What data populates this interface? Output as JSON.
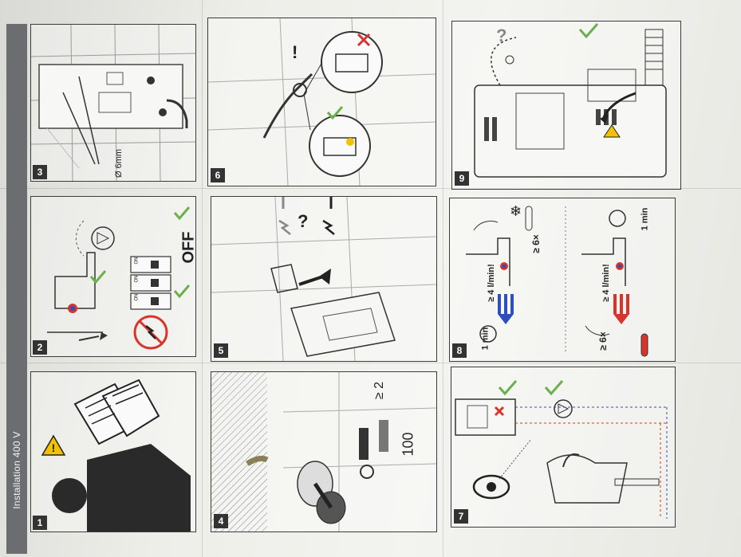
{
  "document": {
    "section_title": "Installation 400 V",
    "steps": [
      {
        "number": "1"
      },
      {
        "number": "2"
      },
      {
        "number": "3"
      },
      {
        "number": "4"
      },
      {
        "number": "5"
      },
      {
        "number": "6"
      },
      {
        "number": "7"
      },
      {
        "number": "8"
      },
      {
        "number": "9"
      }
    ],
    "panel2": {
      "off_label": "OFF",
      "breaker_labels": [
        "ON",
        "ON",
        "ON"
      ]
    },
    "panel3": {
      "drill_label": "Ø 6mm"
    },
    "panel4": {
      "dim_label_1": "100",
      "dim_label_2": "≥ 2"
    },
    "panel8": {
      "flow_top": "≥ 4 l/min!",
      "flow_bottom": "≥ 4 l/min!",
      "repeat_top": "≥ 6×",
      "repeat_bottom": "≥ 6×",
      "time_top": "1 min",
      "time_bottom": "1 min"
    },
    "colors": {
      "warning_yellow": "#f2c200",
      "check_green": "#6ab04c",
      "cross_red": "#d9342b",
      "hot_red": "#d9342b",
      "cold_blue": "#2f4fbf",
      "sidebar_gray": "#6b6d70"
    }
  }
}
